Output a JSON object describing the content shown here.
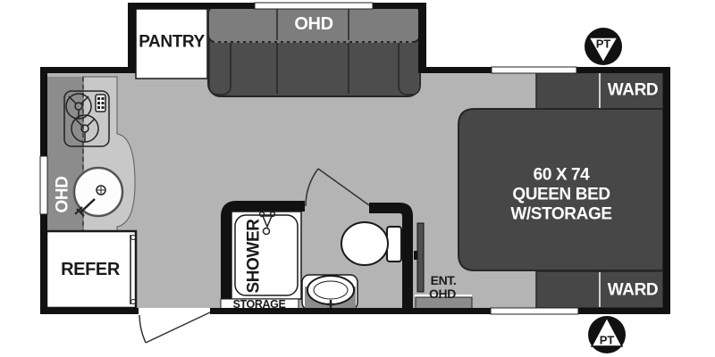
{
  "plan": {
    "name": "travel-trailer-floorplan",
    "colors": {
      "floor": "#b4b4b4",
      "cabinet": "#8c8c8c",
      "counter": "#c8c8c8",
      "sofa_back": "#7d7d7d",
      "furniture_dark": "#4d4d4d",
      "bed_dark": "#474747",
      "wall": "#111111",
      "text_dark": "#1a1a1a"
    },
    "labels": {
      "pantry": "PANTRY",
      "sofa_ohd": "OHD",
      "kitchen_ohd": "OHD",
      "refer": "REFER",
      "shower": "SHOWER",
      "storage": "STORAGE",
      "ent_line1": "ENT.",
      "ent_line2": "OHD",
      "bed_line1": "60 X 74",
      "bed_line2": "QUEEN BED",
      "bed_line3": "W/STORAGE",
      "ward_top": "WARD",
      "ward_bottom": "WARD",
      "pt_top": "PT",
      "pt_bottom": "PT"
    }
  }
}
